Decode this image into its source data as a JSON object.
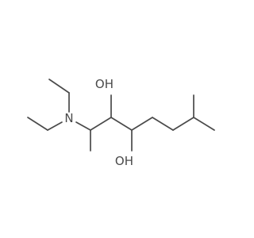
{
  "molecule": {
    "atoms": {
      "nitrogen": {
        "symbol": "N"
      },
      "hydroxyl_top": {
        "symbol": "OH"
      },
      "hydroxyl_bottom": {
        "symbol": "OH"
      }
    },
    "colors": {
      "bond": "#4a4a4a",
      "label": "#4a4a4a",
      "background": "#ffffff"
    }
  }
}
